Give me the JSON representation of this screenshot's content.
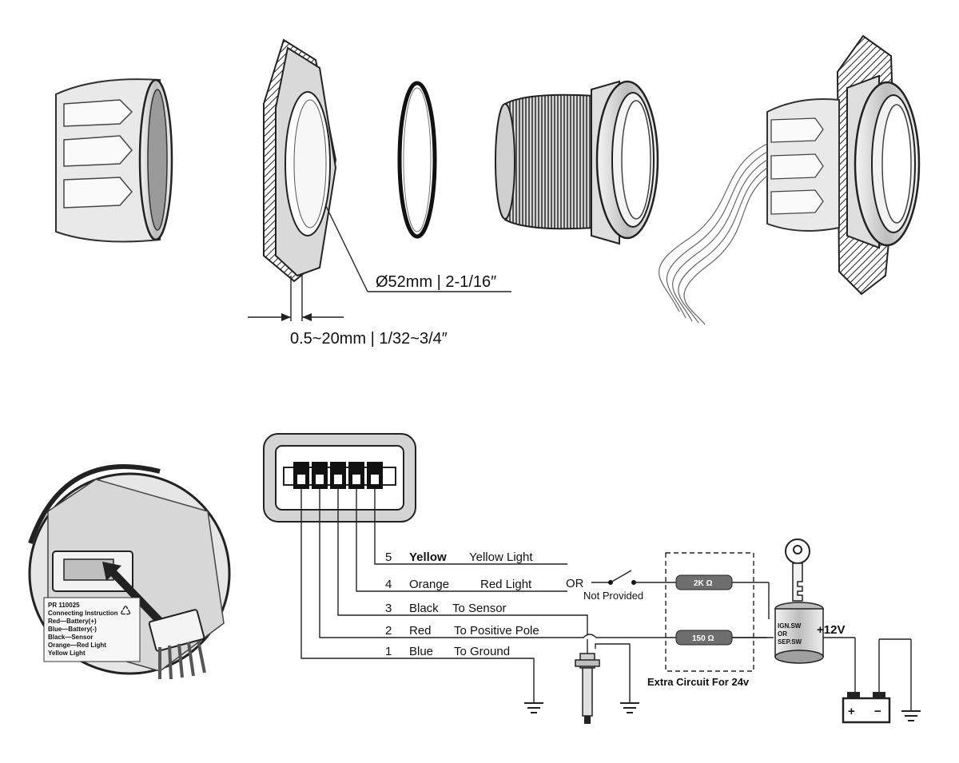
{
  "dimensions": {
    "hole_diameter": "Ø52mm | 2-1/16″",
    "panel_thickness": "0.5~20mm | 1/32~3/4″"
  },
  "connector_label": {
    "code": "PR 110025",
    "text_lines": [
      "Connecting Instruction",
      "Red—Battery(+)",
      "Blue—Battery(-)",
      "Black—Sensor",
      "Orange—Red Light",
      "Yellow Light"
    ]
  },
  "wires": [
    {
      "pin": "5",
      "color": "Yellow",
      "function": "Yellow Light"
    },
    {
      "pin": "4",
      "color": "Orange",
      "function": "Red Light"
    },
    {
      "pin": "3",
      "color": "Black",
      "function": "To Sensor"
    },
    {
      "pin": "2",
      "color": "Red",
      "function": "To Positive Pole"
    },
    {
      "pin": "1",
      "color": "Blue",
      "function": "To Ground"
    }
  ],
  "switch": {
    "or_label": "OR",
    "not_provided": "Not Provided"
  },
  "resistors": {
    "r1": "2K Ω",
    "r2": "150 Ω"
  },
  "ignition": {
    "line1": "IGN.SW",
    "line2": "OR",
    "line3": "SEP.SW"
  },
  "supply": "+12V",
  "extra_circuit": "Extra Circuit For 24v",
  "battery": {
    "plus": "+",
    "minus": "−"
  }
}
